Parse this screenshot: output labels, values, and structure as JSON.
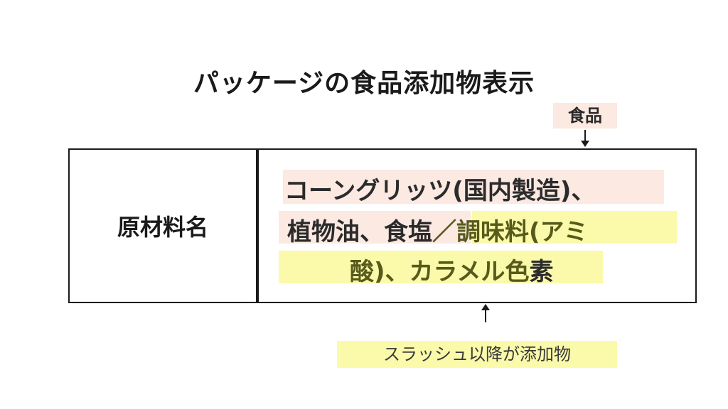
{
  "title": "パッケージの食品添加物表示",
  "callouts": {
    "food": "食品",
    "additive": "スラッシュ以降が添加物"
  },
  "table": {
    "label": "原材料名",
    "line1": "コーングリッツ(国内製造)、",
    "line2_food": "植物油、食塩",
    "line2_additive": "／調味料(アミ",
    "line3_additive": "酸)、カラメル色",
    "line3_end": "素"
  },
  "colors": {
    "food_highlight": "#fbe9e2",
    "additive_highlight": "#fafaaa",
    "additive_text": "#585a1c"
  }
}
